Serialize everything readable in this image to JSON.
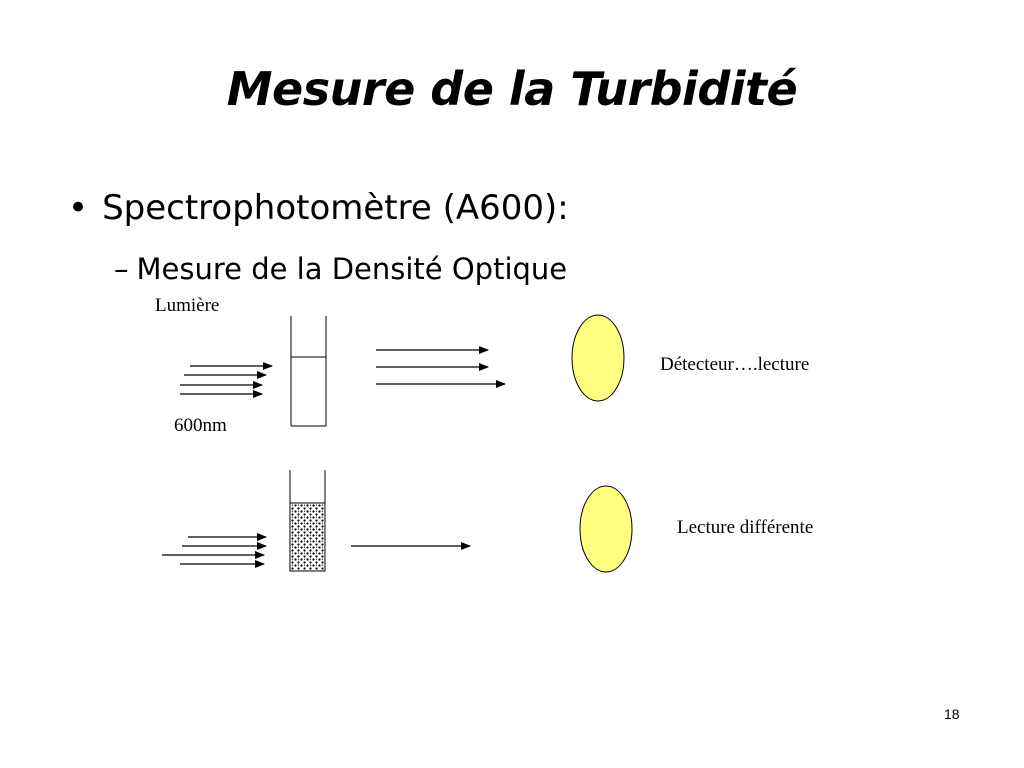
{
  "slide": {
    "title": "Mesure de la Turbidité",
    "bullet": "Spectrophotomètre (A600):",
    "bullet_marker": "•",
    "sub_bullet": "Mesure de la Densité Optique",
    "sub_bullet_marker": "–",
    "page_number": "18"
  },
  "diagram": {
    "light_label": "Lumière",
    "wavelength_label": "600nm",
    "detector_label": "Détecteur….lecture",
    "result_label": "Lecture différente",
    "detector_color": "#ffff80"
  }
}
